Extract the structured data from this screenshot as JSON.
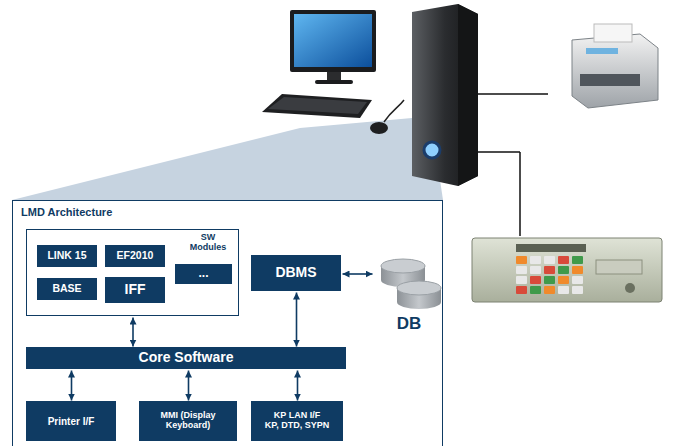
{
  "diagram": {
    "nodes": [
      {
        "text": [
          "LMD Architecture"
        ]
      },
      {
        "text": [
          "SW Modules"
        ],
        "in": 0
      },
      {
        "text": [
          "LINK 15"
        ],
        "in": 1
      },
      {
        "text": [
          "EF2010"
        ],
        "in": 1
      },
      {
        "text": [
          "..."
        ],
        "in": 1
      },
      {
        "text": [
          "BASE"
        ],
        "in": 1
      },
      {
        "text": [
          "IFF"
        ],
        "in": 1
      },
      {
        "text": [
          "DBMS"
        ],
        "in": 0
      },
      {
        "text": [
          "DB"
        ],
        "in": 0
      },
      {
        "text": [
          "Core Software"
        ],
        "in": 0
      },
      {
        "text": [
          "Printer I/F"
        ],
        "in": 0
      },
      {
        "text": [
          "MMI (Display Keyboard)"
        ],
        "in": 0
      },
      {
        "text": [
          "KP LAN I/F",
          "KP, DTD, SYPN"
        ],
        "in": 0
      }
    ],
    "edges": [
      {
        "from": 1,
        "to": 9,
        "arrow": "both"
      },
      {
        "from": 7,
        "to": 9,
        "arrow": "both"
      },
      {
        "from": 7,
        "to": 8,
        "arrow": "both"
      },
      {
        "from": 9,
        "to": 10,
        "arrow": "both"
      },
      {
        "from": 9,
        "to": 11,
        "arrow": "both"
      },
      {
        "from": 9,
        "to": 12,
        "arrow": "both"
      }
    ]
  }
}
